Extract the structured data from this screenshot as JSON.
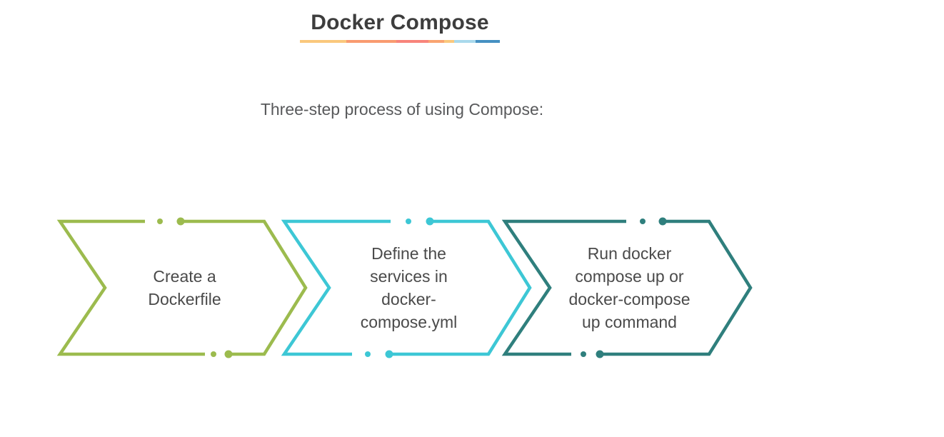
{
  "title": {
    "text": "Docker Compose",
    "underline_segments": [
      {
        "color": "#fac87d",
        "from": 0,
        "to": 65
      },
      {
        "color": "#f99b70",
        "from": 65,
        "to": 135
      },
      {
        "color": "#f8847b",
        "from": 135,
        "to": 180
      },
      {
        "color": "#f9a471",
        "from": 180,
        "to": 202
      },
      {
        "color": "#fac87d",
        "from": 202,
        "to": 216
      },
      {
        "color": "#a9d9ec",
        "from": 216,
        "to": 246
      },
      {
        "color": "#4590c2",
        "from": 246,
        "to": 280
      }
    ]
  },
  "subtitle": "Three-step process of using Compose:",
  "steps": [
    {
      "label": "Create a Dockerfile",
      "lines": [
        "Create a",
        "Dockerfile"
      ],
      "color": "#9cbb4e"
    },
    {
      "label": "Define the services in docker-compose.yml",
      "lines": [
        "Define the",
        "services in",
        "docker-",
        "compose.yml"
      ],
      "color": "#3dc7d5"
    },
    {
      "label": "Run docker compose up or docker-compose up command",
      "lines": [
        "Run docker",
        "compose up or",
        "docker-compose",
        "up command"
      ],
      "color": "#2f7f7d"
    }
  ],
  "colors": {
    "background": "#ffffff",
    "title_text": "#3d3d3d",
    "subtitle_text": "#58595b",
    "step_text": "#4a4a4a",
    "step_green": "#9cbb4e",
    "step_cyan": "#3dc7d5",
    "step_teal": "#2f7f7d"
  }
}
